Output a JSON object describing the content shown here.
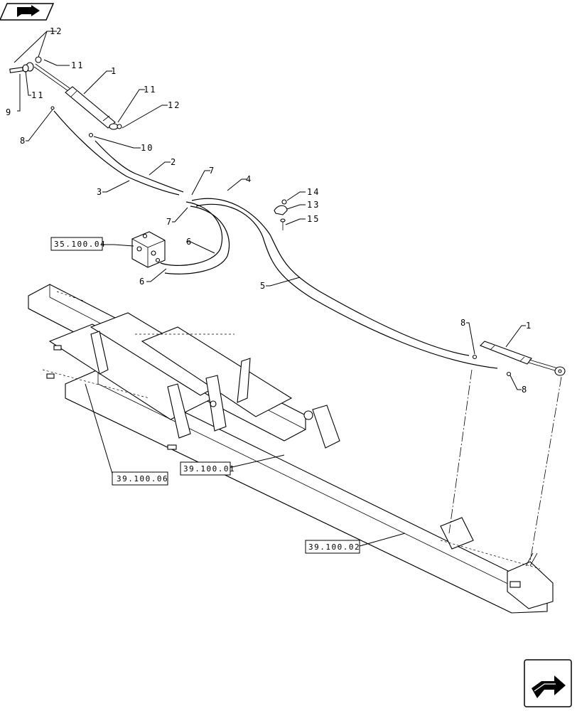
{
  "nav": {
    "prev_icon": "back-arrow-icon",
    "next_icon": "forward-arrow-icon"
  },
  "callouts": {
    "c12a": "12",
    "c11a": "11",
    "c9": "9",
    "c11b": "11",
    "c1a": "1",
    "c11c": "11",
    "c12b": "12",
    "c8a": "8",
    "c10": "10",
    "c2": "2",
    "c3": "3",
    "c7a": "7",
    "c7b": "7",
    "c4": "4",
    "c14": "14",
    "c13": "13",
    "c15": "15",
    "c6a": "6",
    "c6b": "6",
    "c5": "5",
    "c8b": "8",
    "c1b": "1",
    "c8c": "8"
  },
  "references": {
    "r1": "35.100.04",
    "r2": "39.100.06",
    "r3": "39.100.01",
    "r4": "39.100.02"
  }
}
